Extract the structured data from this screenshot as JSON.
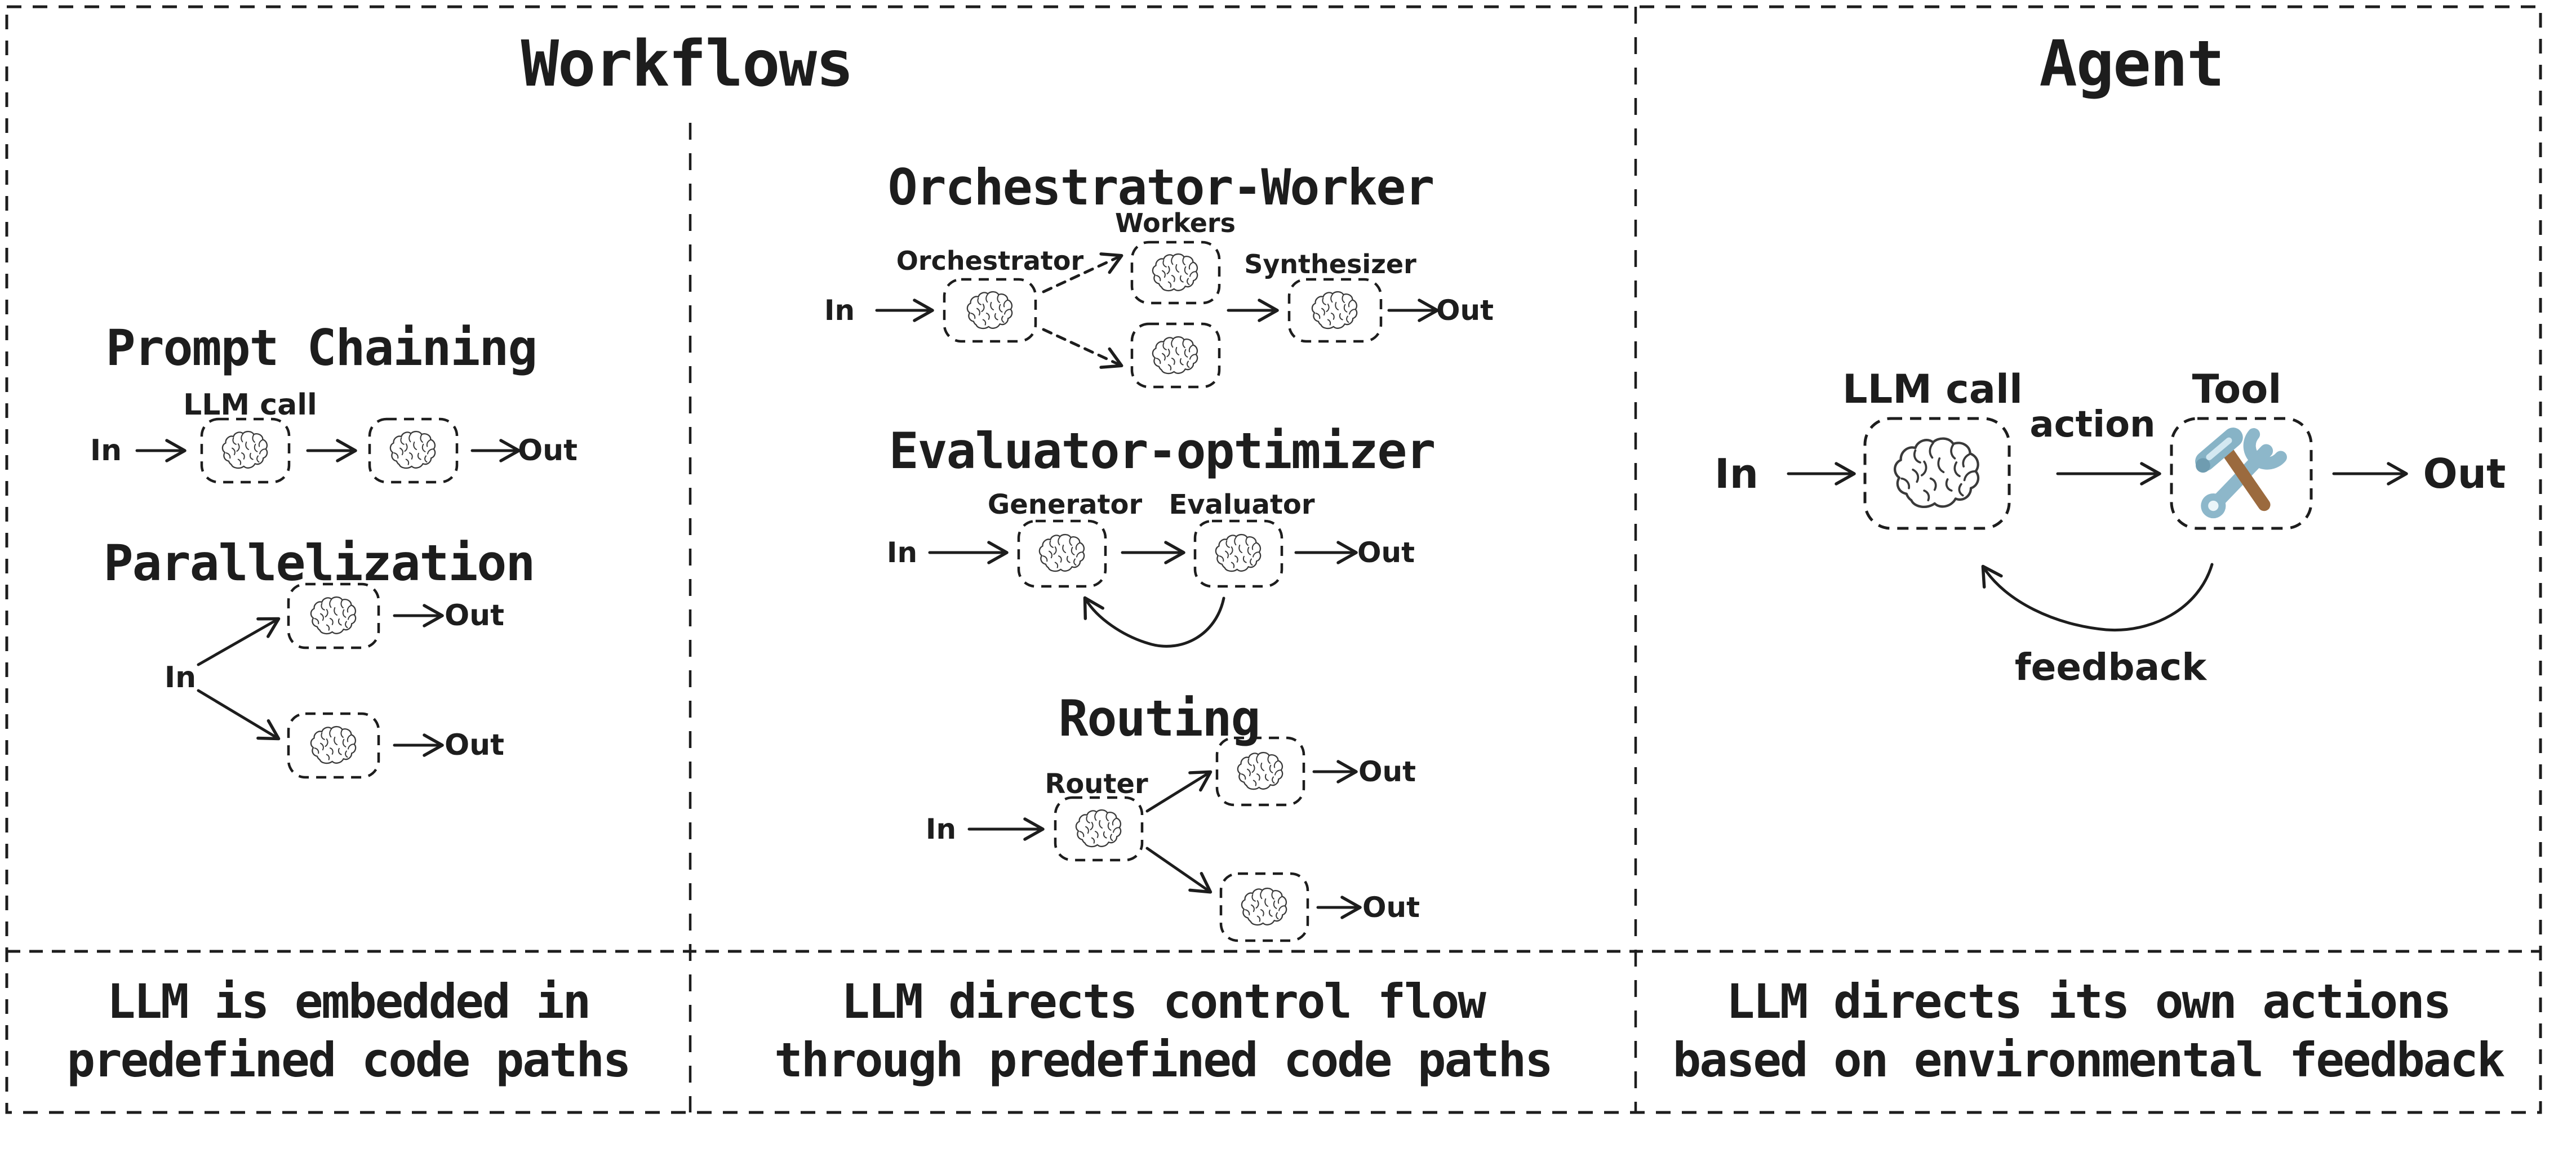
{
  "workflows": {
    "title": "Workflows",
    "prompt_chaining": {
      "title": "Prompt Chaining",
      "box_label": "LLM call",
      "in": "In",
      "out": "Out"
    },
    "parallelization": {
      "title": "Parallelization",
      "in": "In",
      "out_top": "Out",
      "out_bottom": "Out"
    },
    "orchestrator_worker": {
      "title": "Orchestrator-Worker",
      "orchestrator": "Orchestrator",
      "workers": "Workers",
      "synthesizer": "Synthesizer",
      "in": "In",
      "out": "Out"
    },
    "evaluator_optimizer": {
      "title": "Evaluator-optimizer",
      "generator": "Generator",
      "evaluator": "Evaluator",
      "in": "In",
      "out": "Out"
    },
    "routing": {
      "title": "Routing",
      "router": "Router",
      "in": "In",
      "out_top": "Out",
      "out_bottom": "Out"
    }
  },
  "agent": {
    "title": "Agent",
    "llm_call": "LLM call",
    "tool": "Tool",
    "action": "action",
    "feedback": "feedback",
    "in": "In",
    "out": "Out"
  },
  "captions": [
    {
      "line1": "LLM is embedded in",
      "line2": "predefined code paths"
    },
    {
      "line1": "LLM directs control flow",
      "line2": "through predefined code paths"
    },
    {
      "line1": "LLM directs its own actions",
      "line2": "based on environmental feedback"
    }
  ],
  "icons": {
    "brain": "brain-icon",
    "tool": "hammer-and-wrench-icon"
  },
  "colors": {
    "ink": "#1d1d1d",
    "brain_stroke": "#3a3a3a",
    "tool_steel": "#8db7ca",
    "tool_steel_dark": "#6f9cb0",
    "tool_steel_light": "#d3e8f1",
    "tool_handle_brown": "#9b6a3e"
  }
}
